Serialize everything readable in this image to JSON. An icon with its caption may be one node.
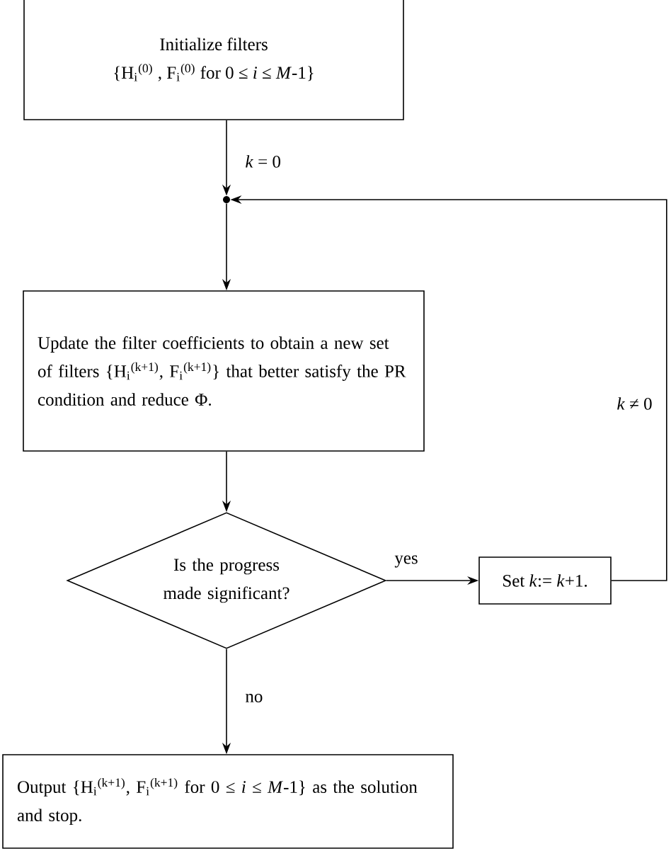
{
  "diagram": {
    "nodes": [
      {
        "text": [
          "Initialize filters",
          "{H$_{i}$$^{(0)}$ , F$_{i}$$^{(0)}$ for 0 ≤ *i* ≤ *M*-1}"
        ]
      },
      {
        "text": [],
        "shape": "circle"
      },
      {
        "text": [
          "Update the filter coefficients to obtain a new set of filters {H$_{i}$$^{(k+1)}$, F$_{i}$$^{(k+1)}$} that better satisfy the PR condition and reduce Φ."
        ]
      },
      {
        "text": [
          "Is the progress made significant?"
        ]
      },
      {
        "text": [
          "Set *k*:= *k*+1."
        ]
      },
      {
        "text": [
          "Output {H$_{i}$$^{(k+1)}$, F$_{i}$$^{(k+1)}$ for 0 ≤ *i* ≤ *M*-1} as the solution and stop."
        ]
      }
    ],
    "edges": [
      {
        "from": 0,
        "to": 1,
        "arrow": "to",
        "label": "*k* = 0"
      },
      {
        "from": 1,
        "to": 2,
        "arrow": "to"
      },
      {
        "from": 2,
        "to": 3,
        "arrow": "to"
      },
      {
        "from": 3,
        "to": 4,
        "arrow": "to",
        "label": "yes"
      },
      {
        "from": 4,
        "to": 1,
        "arrow": "to",
        "label": "*k* ≠ 0"
      },
      {
        "from": 3,
        "to": 5,
        "arrow": "to",
        "label": "no"
      }
    ]
  }
}
